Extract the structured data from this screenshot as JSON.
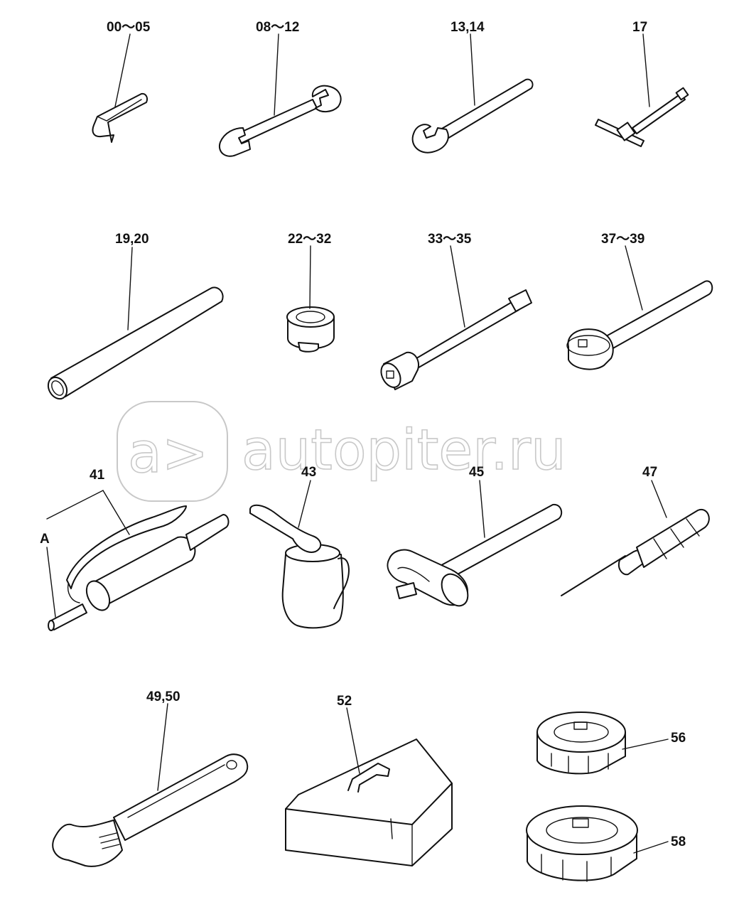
{
  "watermark": {
    "logo_text": "a>",
    "site_text": "autopiter.ru"
  },
  "parts": {
    "hex_key": "00～05",
    "open_wrench_double": "08～12",
    "open_wrench_single": "13,14",
    "t_wrench": "17",
    "bar": "19,20",
    "socket": "22～32",
    "extension": "33～35",
    "ratchet": "37～39",
    "grease_gun": "41",
    "grease_gun_sub": "A",
    "oil_can": "43",
    "hammer": "45",
    "screwdriver": "47",
    "adjustable_wrench": "49,50",
    "tool_box": "52",
    "filter_wrench_small": "56",
    "filter_wrench_large": "58"
  }
}
